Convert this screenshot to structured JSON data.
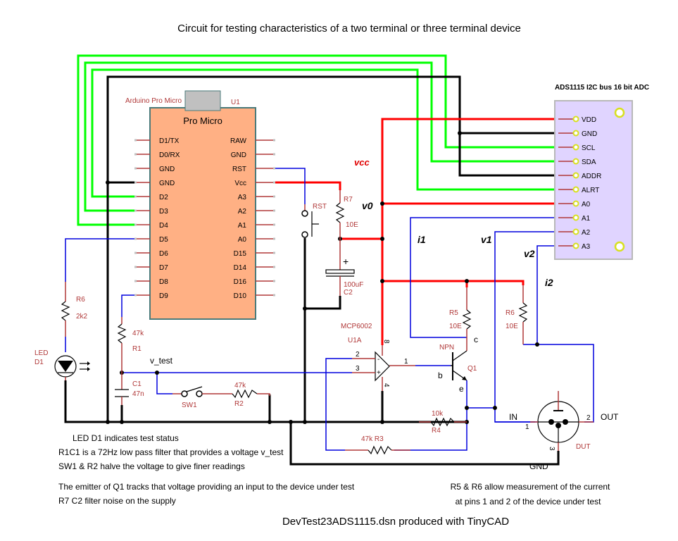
{
  "title": "Circuit for testing characteristics of a two terminal or three terminal device",
  "footer": "DevTest23ADS1115.dsn produced with TinyCAD",
  "u1": {
    "name_label": "Arduino Pro Micro",
    "ref": "U1",
    "body_title": "Pro Micro",
    "left_pins": [
      "D1/TX",
      "D0/RX",
      "GND",
      "GND",
      "D2",
      "D3",
      "D4",
      "D5",
      "D6",
      "D7",
      "D8",
      "D9"
    ],
    "right_pins": [
      "RAW",
      "GND",
      "RST",
      "Vcc",
      "A3",
      "A2",
      "A1",
      "A0",
      "D15",
      "D14",
      "D16",
      "D10"
    ]
  },
  "adc": {
    "title": "ADS1115 I2C bus 16 bit ADC",
    "pins": [
      "VDD",
      "GND",
      "SCL",
      "SDA",
      "ADDR",
      "ALRT",
      "A0",
      "A1",
      "A2",
      "A3"
    ]
  },
  "nets": {
    "vcc": "vcc",
    "v0": "v0",
    "i1": "i1",
    "v1": "v1",
    "v2": "v2",
    "i2": "i2",
    "v_test": "v_test"
  },
  "components": {
    "r7": {
      "ref": "R7",
      "value": "10E"
    },
    "c2": {
      "ref": "C2",
      "value": "100uF",
      "plus": "+"
    },
    "rst": {
      "ref": "RST"
    },
    "r6_led": {
      "ref": "R6",
      "value": "2k2"
    },
    "led": {
      "ref": "D1",
      "type": "LED"
    },
    "r1": {
      "ref": "R1",
      "value": "47k"
    },
    "c1": {
      "ref": "C1",
      "value": "47n"
    },
    "sw1": {
      "ref": "SW1"
    },
    "r2": {
      "ref": "R2",
      "value": "47k"
    },
    "u1a": {
      "ref": "U1A",
      "part": "MCP6002",
      "pin_minus": "2",
      "pin_plus": "3",
      "pin_out": "1",
      "pin_vdd": "8",
      "pin_gnd": "4",
      "minus_sign": "-",
      "plus_sign": "+"
    },
    "q1": {
      "ref": "Q1",
      "type": "NPN",
      "b": "b",
      "c": "c",
      "e": "e"
    },
    "r5": {
      "ref": "R5",
      "value": "10E"
    },
    "r6": {
      "ref": "R6",
      "value": "10E"
    },
    "r4": {
      "ref": "R4",
      "value": "10k"
    },
    "r3": {
      "label": "47k R3"
    },
    "dut": {
      "ref": "DUT",
      "pin1": "1",
      "pin2": "2",
      "pin3": "3",
      "in_label": "IN",
      "out_label": "OUT",
      "gnd_label": "GND"
    }
  },
  "notes_left": [
    "LED D1 indicates test status",
    "R1C1 is a 72Hz low pass filter that provides a voltage v_test",
    "SW1 & R2 halve the voltage to give finer readings",
    "The emitter of Q1 tracks that voltage providing an input to the device under test",
    "R7  C2 filter noise on the supply"
  ],
  "notes_right": [
    "R5 & R6 allow measurement of the current",
    "at pins 1 and 2 of the device under test"
  ]
}
